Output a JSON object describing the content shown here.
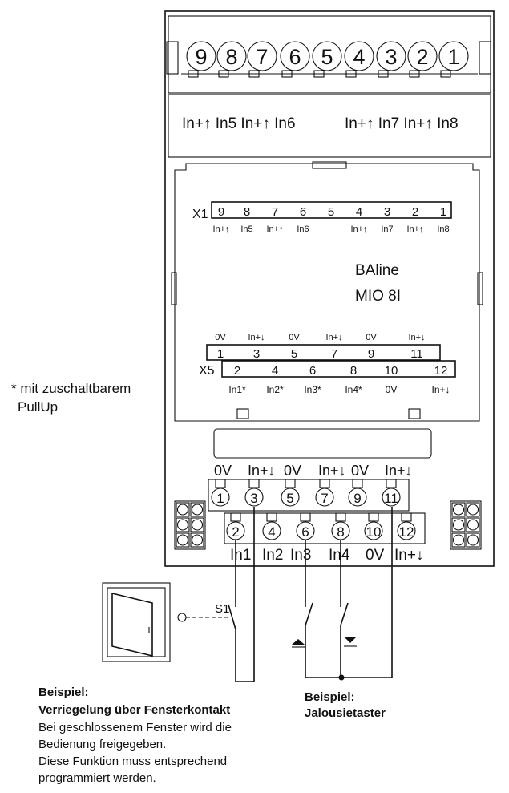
{
  "top_terminal": {
    "numbers": [
      "9",
      "8",
      "7",
      "6",
      "5",
      "4",
      "3",
      "2",
      "1"
    ],
    "labels_left": "In+↑ In5 In+↑ In6",
    "labels_right": "In+↑ In7 In+↑ In8"
  },
  "x1": {
    "name": "X1",
    "numbers": [
      "9",
      "8",
      "7",
      "6",
      "5",
      "4",
      "3",
      "2",
      "1"
    ],
    "labels": [
      "In+↑",
      "In5",
      "In+↑",
      "In6",
      "",
      "In+↑",
      "In7",
      "In+↑",
      "In8"
    ]
  },
  "product": {
    "brand": "BAline",
    "model": "MIO 8I"
  },
  "x5": {
    "name": "X5",
    "upper_labels": [
      "0V",
      "In+↓",
      "0V",
      "In+↓",
      "0V",
      "In+↓"
    ],
    "upper_numbers": [
      "1",
      "3",
      "5",
      "7",
      "9",
      "11"
    ],
    "lower_numbers": [
      "2",
      "4",
      "6",
      "8",
      "10",
      "12"
    ],
    "lower_labels": [
      "In1*",
      "In2*",
      "In3*",
      "In4*",
      "0V",
      "In+↓"
    ]
  },
  "footnote": {
    "line1": "* mit zuschaltbarem",
    "line2": "PullUp"
  },
  "bottom_terminal": {
    "upper_labels": [
      "0V",
      "In+↓",
      "0V",
      "In+↓",
      "0V",
      "In+↓"
    ],
    "upper_numbers": [
      "1",
      "3",
      "5",
      "7",
      "9",
      "11"
    ],
    "lower_numbers": [
      "2",
      "4",
      "6",
      "8",
      "10",
      "12"
    ],
    "lower_labels": [
      "In1",
      "In2",
      "In3",
      "In4",
      "0V",
      "In+↓"
    ]
  },
  "switch_label": "S1",
  "example_window": {
    "title": "Beispiel:",
    "subtitle": "Verriegelung über Fensterkontakt",
    "lines": [
      "Bei geschlossenem Fenster wird die",
      "Bedienung freigegeben.",
      "Diese Funktion muss entsprechend",
      "programmiert werden."
    ]
  },
  "example_blind": {
    "title": "Beispiel:",
    "subtitle": "Jalousietaster"
  }
}
